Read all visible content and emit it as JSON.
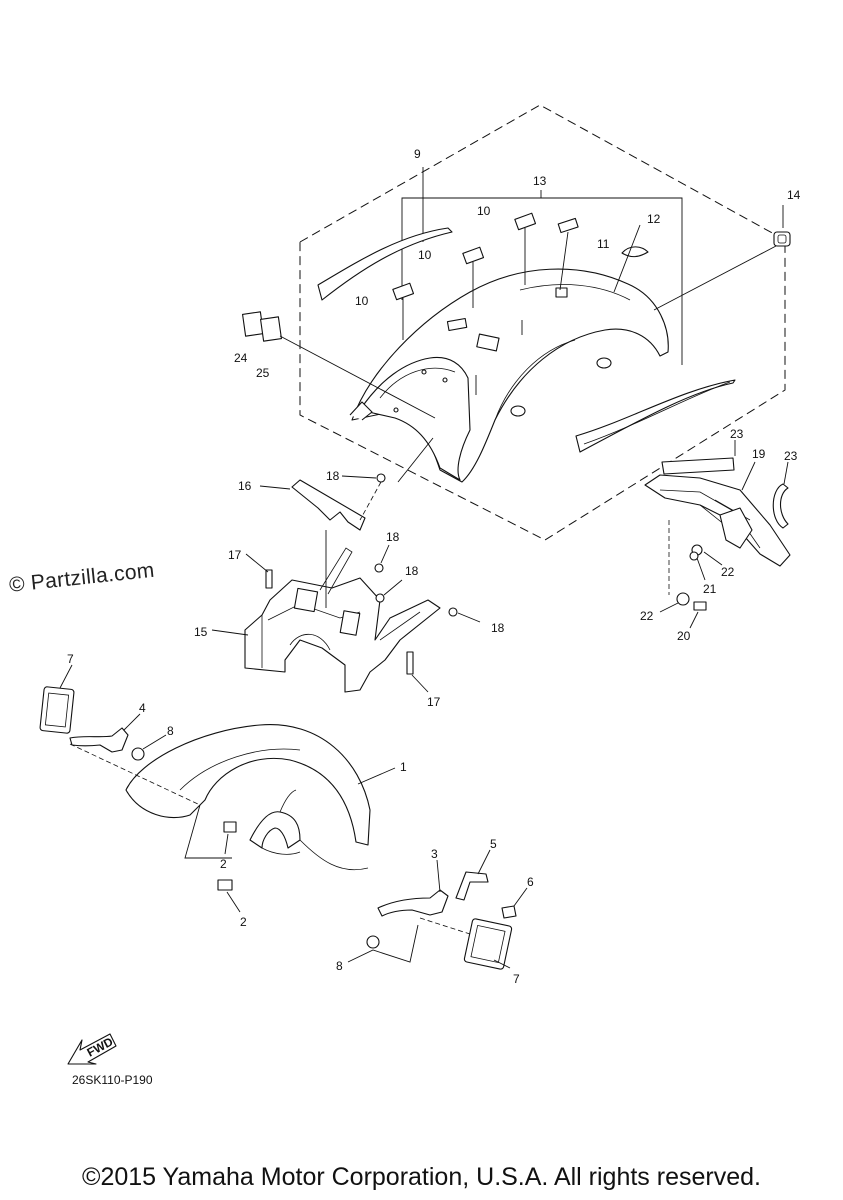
{
  "watermark": "© Partzilla.com",
  "diagram_code": "26SK110-P190",
  "copyright": "©2015 Yamaha Motor Corporation, U.S.A. All rights reserved.",
  "fwd_label": "FWD",
  "callouts": {
    "c1": "1",
    "c2a": "2",
    "c2b": "2",
    "c3": "3",
    "c4": "4",
    "c5": "5",
    "c6": "6",
    "c7a": "7",
    "c7b": "7",
    "c8a": "8",
    "c8b": "8",
    "c9": "9",
    "c10a": "10",
    "c10b": "10",
    "c10c": "10",
    "c11": "11",
    "c12": "12",
    "c13": "13",
    "c14": "14",
    "c15": "15",
    "c16": "16",
    "c17a": "17",
    "c17b": "17",
    "c18a": "18",
    "c18b": "18",
    "c18c": "18",
    "c18d": "18",
    "c19": "19",
    "c20": "20",
    "c21": "21",
    "c22a": "22",
    "c22b": "22",
    "c23a": "23",
    "c23b": "23",
    "c24": "24",
    "c25": "25"
  }
}
